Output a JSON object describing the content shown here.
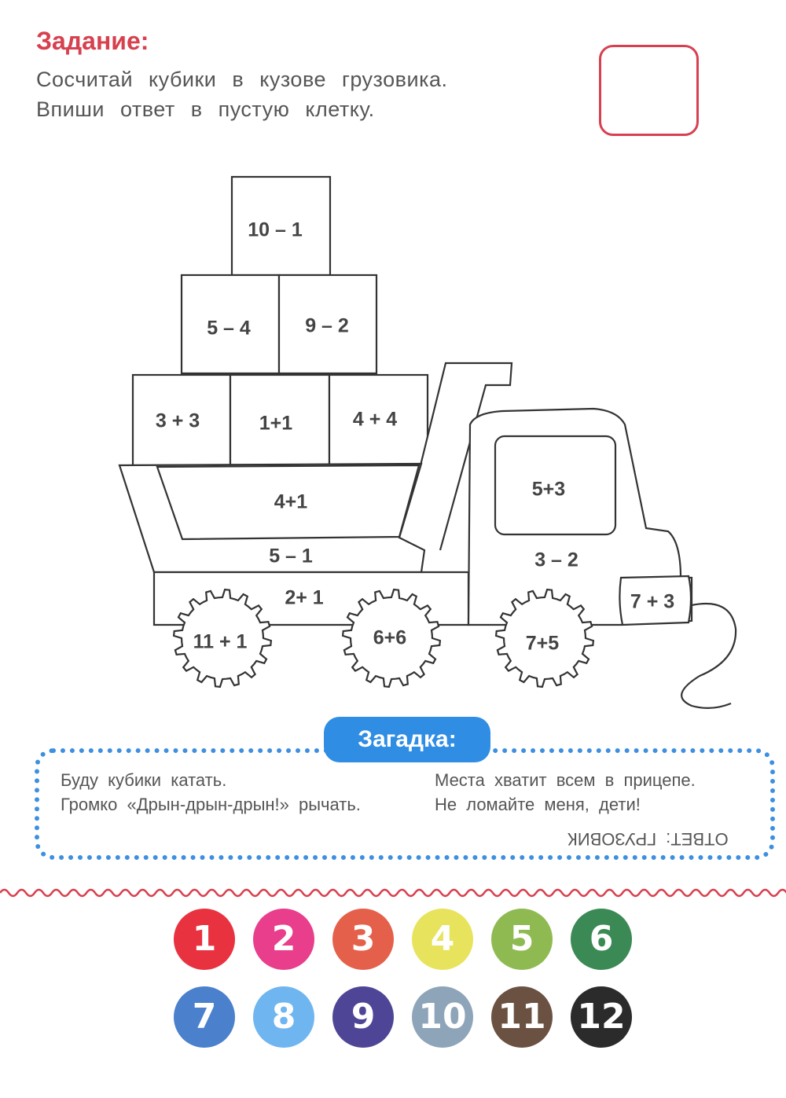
{
  "task": {
    "title": "Задание:",
    "line1": "Сосчитай кубики в кузове грузовика.",
    "line2": "Впиши ответ в пустую клетку."
  },
  "truck": {
    "cubes": [
      "10 – 1",
      "5 – 4",
      "9 – 2",
      "3 + 3",
      "1+1",
      "4 + 4"
    ],
    "body": "4+1",
    "body_bottom": "5 – 1",
    "chassis": "2+ 1",
    "cab_window": "5+3",
    "cab_door": "3 – 2",
    "headlight": "7 + 3",
    "wheels": [
      "11 + 1",
      "6+6",
      "7+5"
    ]
  },
  "riddle": {
    "badge": "Загадка:",
    "left1": "Буду кубики катать.",
    "left2": "Громко «Дрын-дрын-дрын!» рычать.",
    "right1": "Места хватит всем в прицепе.",
    "right2": "Не ломайте меня, дети!",
    "answer": "ОТВЕТ: ГРУЗОВИК"
  },
  "color_key": [
    {
      "n": "1",
      "color": "#e8323f"
    },
    {
      "n": "2",
      "color": "#e83e8c"
    },
    {
      "n": "3",
      "color": "#e5604a"
    },
    {
      "n": "4",
      "color": "#e8e35c"
    },
    {
      "n": "5",
      "color": "#8fba52"
    },
    {
      "n": "6",
      "color": "#3b8a55"
    },
    {
      "n": "7",
      "color": "#4a80cc"
    },
    {
      "n": "8",
      "color": "#6fb6f0"
    },
    {
      "n": "9",
      "color": "#4e4596"
    },
    {
      "n": "10",
      "color": "#8ea4b8"
    },
    {
      "n": "11",
      "color": "#6b5142"
    },
    {
      "n": "12",
      "color": "#2b2b2b"
    }
  ]
}
